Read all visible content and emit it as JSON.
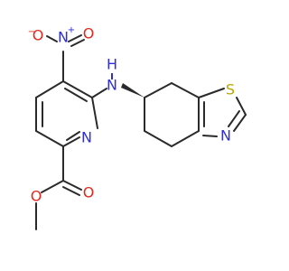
{
  "molecule": {
    "colors": {
      "bond": "#2a2a2a",
      "nitrogen": "#2f2fd8",
      "oxygen": "#e0291f",
      "sulfur": "#b8a800",
      "background": "#ffffff"
    },
    "atoms": {
      "nitro_o_neg": "O",
      "nitro_o_neg_charge": "−",
      "nitro_n": "N",
      "nitro_n_charge": "+",
      "nitro_o": "O",
      "amine_n": "N",
      "amine_h": "H",
      "thiazole_s": "S",
      "thiazole_n": "N",
      "pyridine_n": "N",
      "ester_o_carbonyl": "O",
      "ester_o": "O"
    }
  }
}
